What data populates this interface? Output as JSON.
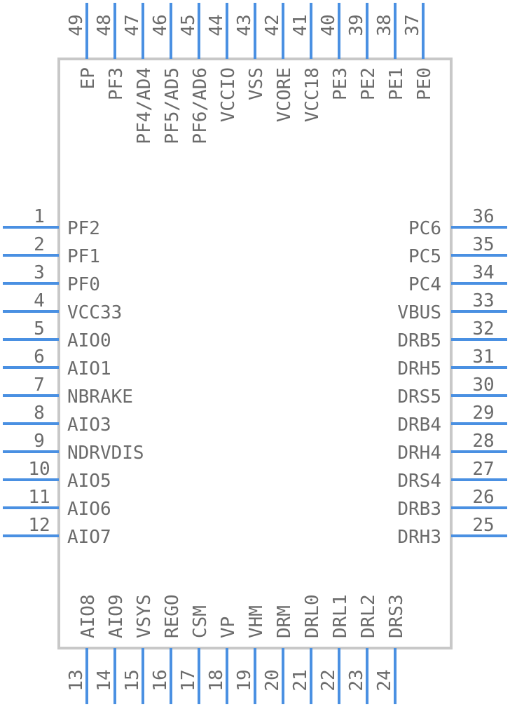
{
  "colors": {
    "pin": "#4a90e2",
    "body_stroke": "#c8c8c8",
    "text": "#6b6b6b"
  },
  "left_pins": [
    {
      "num": "1",
      "name": "PF2"
    },
    {
      "num": "2",
      "name": "PF1"
    },
    {
      "num": "3",
      "name": "PF0"
    },
    {
      "num": "4",
      "name": "VCC33"
    },
    {
      "num": "5",
      "name": "AIO0"
    },
    {
      "num": "6",
      "name": "AIO1"
    },
    {
      "num": "7",
      "name": "NBRAKE"
    },
    {
      "num": "8",
      "name": "AIO3"
    },
    {
      "num": "9",
      "name": "NDRVDIS"
    },
    {
      "num": "10",
      "name": "AIO5"
    },
    {
      "num": "11",
      "name": "AIO6"
    },
    {
      "num": "12",
      "name": "AIO7"
    }
  ],
  "bottom_pins": [
    {
      "num": "13",
      "name": "AIO8"
    },
    {
      "num": "14",
      "name": "AIO9"
    },
    {
      "num": "15",
      "name": "VSYS"
    },
    {
      "num": "16",
      "name": "REGO"
    },
    {
      "num": "17",
      "name": "CSM"
    },
    {
      "num": "18",
      "name": "VP"
    },
    {
      "num": "19",
      "name": "VHM"
    },
    {
      "num": "20",
      "name": "DRM"
    },
    {
      "num": "21",
      "name": "DRL0"
    },
    {
      "num": "22",
      "name": "DRL1"
    },
    {
      "num": "23",
      "name": "DRL2"
    },
    {
      "num": "24",
      "name": "DRS3"
    }
  ],
  "right_pins": [
    {
      "num": "25",
      "name": "DRH3"
    },
    {
      "num": "26",
      "name": "DRB3"
    },
    {
      "num": "27",
      "name": "DRS4"
    },
    {
      "num": "28",
      "name": "DRH4"
    },
    {
      "num": "29",
      "name": "DRB4"
    },
    {
      "num": "30",
      "name": "DRS5"
    },
    {
      "num": "31",
      "name": "DRH5"
    },
    {
      "num": "32",
      "name": "DRB5"
    },
    {
      "num": "33",
      "name": "VBUS"
    },
    {
      "num": "34",
      "name": "PC4"
    },
    {
      "num": "35",
      "name": "PC5"
    },
    {
      "num": "36",
      "name": "PC6"
    }
  ],
  "top_pins": [
    {
      "num": "37",
      "name": "PE0"
    },
    {
      "num": "38",
      "name": "PE1"
    },
    {
      "num": "39",
      "name": "PE2"
    },
    {
      "num": "40",
      "name": "PE3"
    },
    {
      "num": "41",
      "name": "VCC18"
    },
    {
      "num": "42",
      "name": "VCORE"
    },
    {
      "num": "43",
      "name": "VSS"
    },
    {
      "num": "44",
      "name": "VCCIO"
    },
    {
      "num": "45",
      "name": "PF6/AD6"
    },
    {
      "num": "46",
      "name": "PF5/AD5"
    },
    {
      "num": "47",
      "name": "PF4/AD4"
    },
    {
      "num": "48",
      "name": "PF3"
    },
    {
      "num": "49",
      "name": "EP"
    }
  ]
}
